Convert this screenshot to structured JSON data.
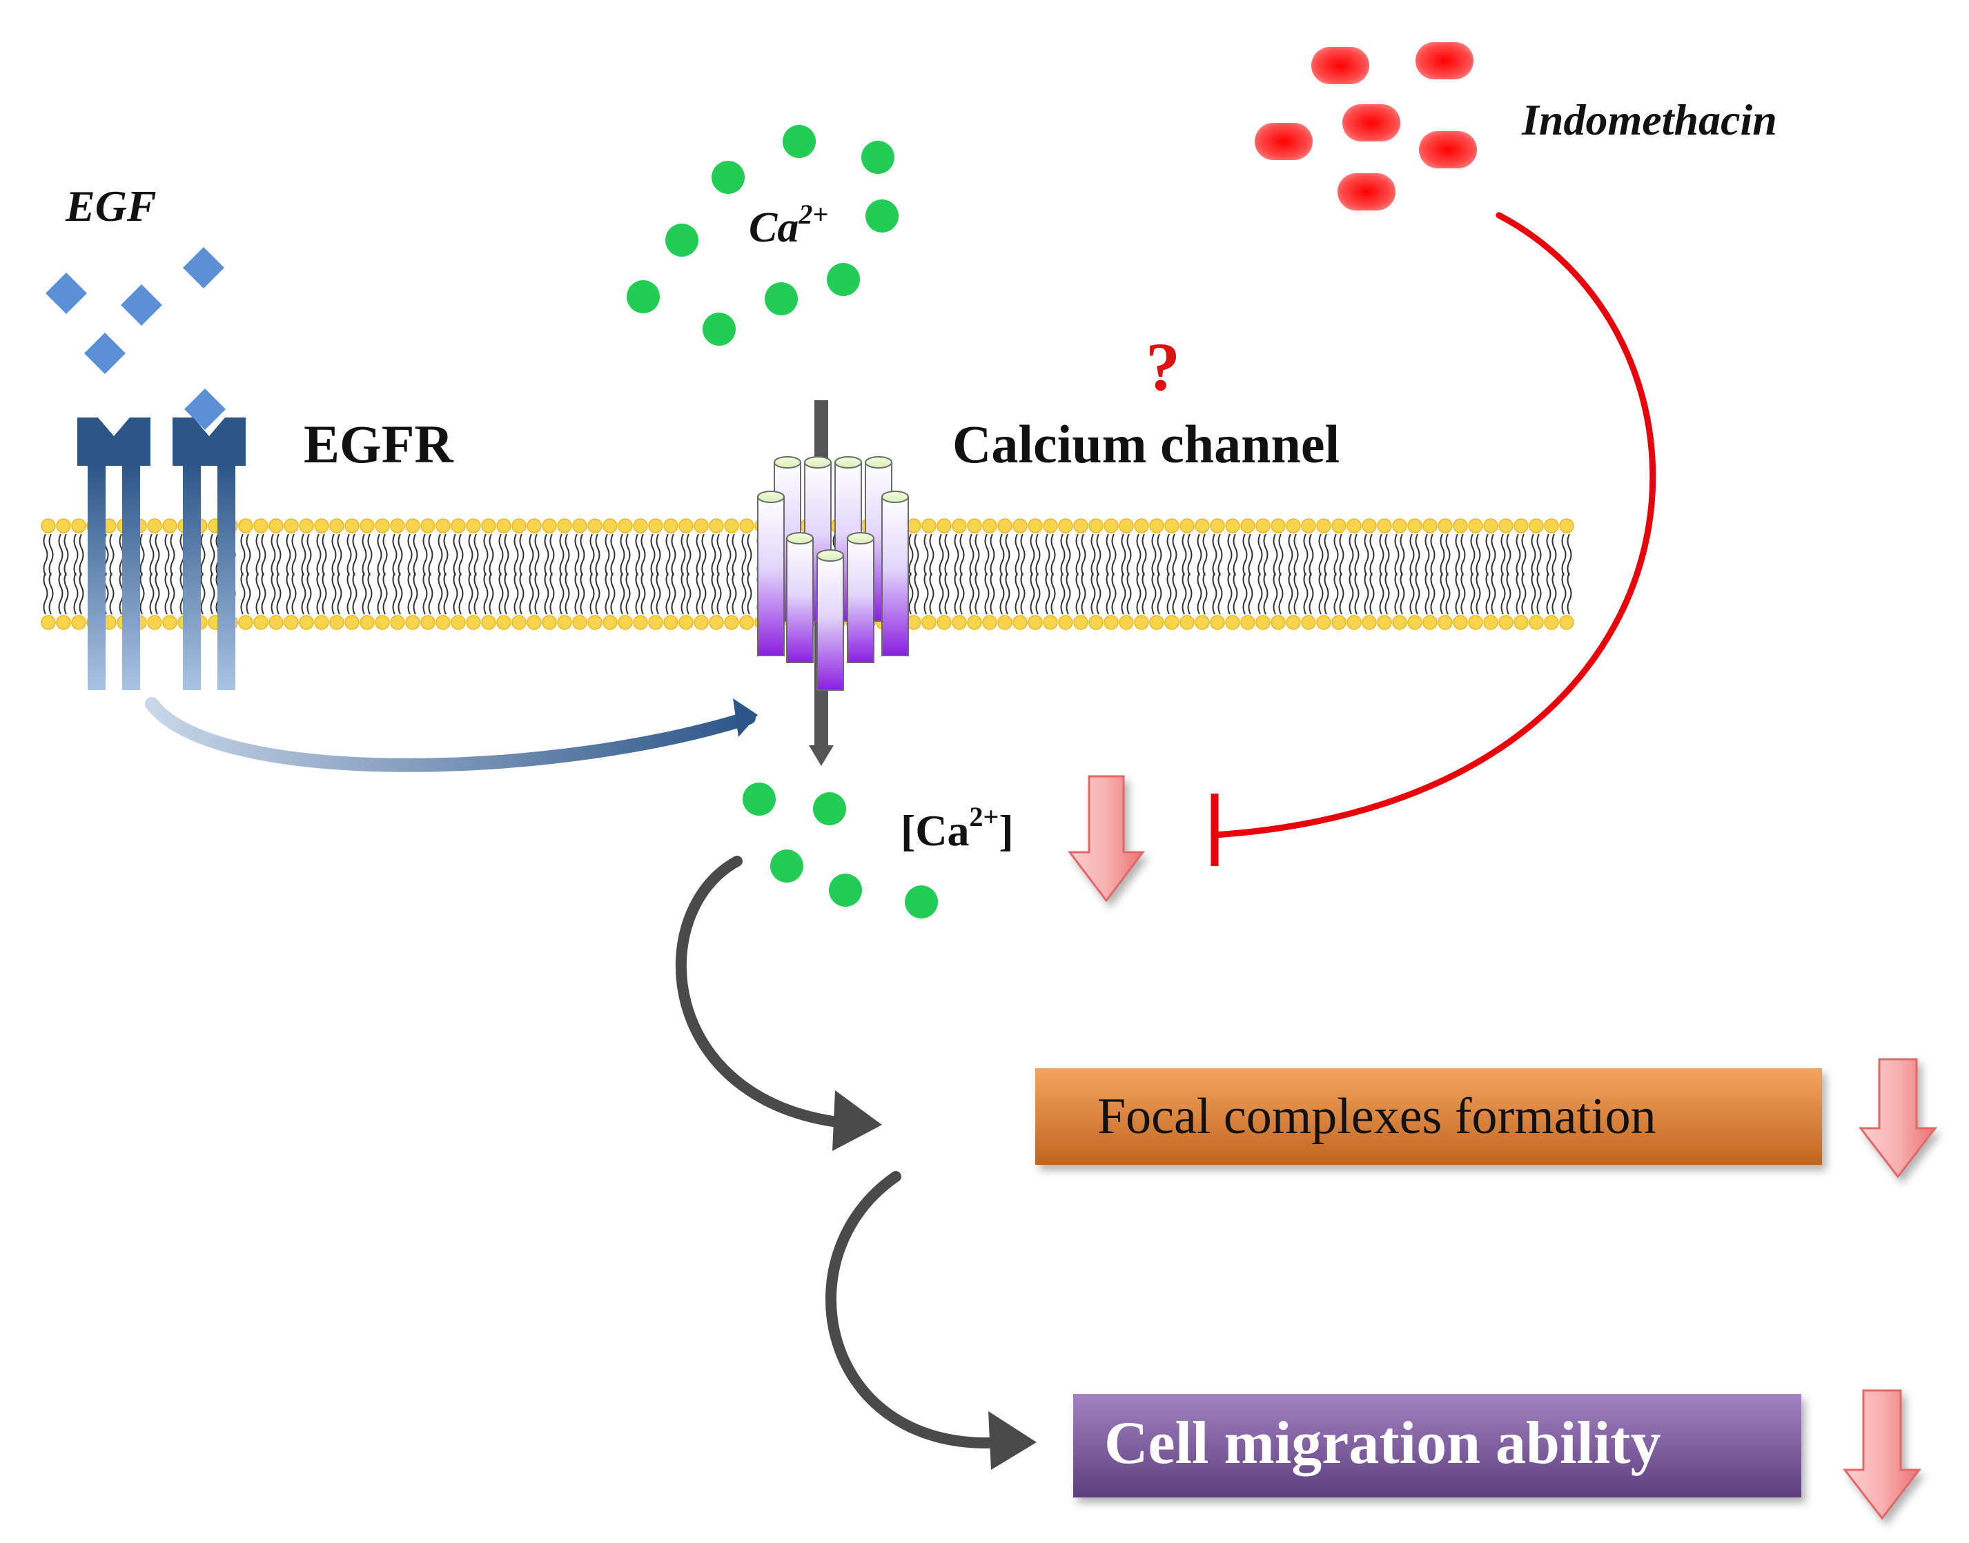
{
  "labels": {
    "egf": "EGF",
    "egfr": "EGFR",
    "ca_extracellular_base": "Ca",
    "ca_extracellular_sup": "2+",
    "question_mark": "?",
    "calcium_channel": "Calcium channel",
    "indomethacin": "Indomethacin",
    "ca_intracellular_open": "[Ca",
    "ca_intracellular_sup": "2+",
    "ca_intracellular_close": "]",
    "focal_complexes": "Focal complexes formation",
    "cell_migration": "Cell migration ability"
  },
  "colors": {
    "egf_ligand": "#5b8fd6",
    "egfr_receptor": "#2d5688",
    "calcium_ion": "#22cc55",
    "indomethacin": "#ee1c24",
    "inhibition_line": "#e8000a",
    "membrane_head": "#f7d44c",
    "question_mark": "#dd1111",
    "decrease_arrow": "#f58a8a",
    "focal_box": "#d9792a",
    "migration_box": "#7d5a98",
    "flow_arrow": "#4a4a4a"
  }
}
